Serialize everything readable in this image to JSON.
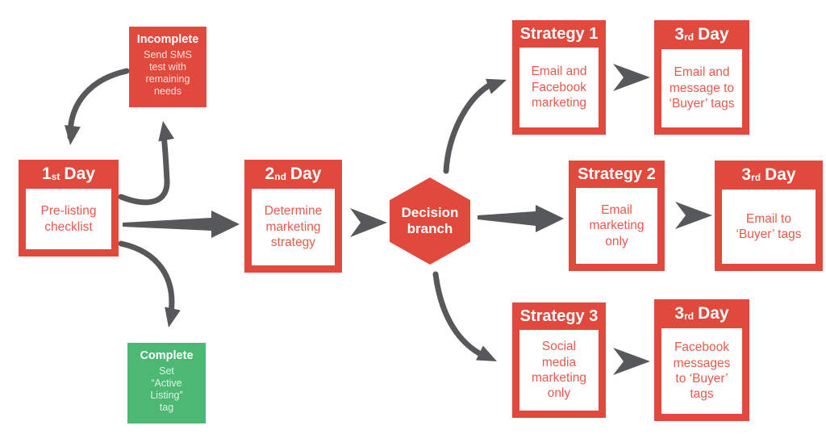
{
  "colors": {
    "red": "#e2493d",
    "green": "#4cb873",
    "arrow_gray": "#57585a",
    "body_text_red": "#e9594c",
    "white": "#ffffff"
  },
  "nodes": {
    "incomplete": {
      "title": "Incomplete",
      "body": "Send SMS\ntest with\nremaining\nneeds"
    },
    "day1": {
      "title_num": "1",
      "title_ord": "st",
      "title_word": "Day",
      "body": "Pre-listing\nchecklist"
    },
    "complete": {
      "title": "Complete",
      "body": "Set\n“Active\nListing”\ntag"
    },
    "day2": {
      "title_num": "2",
      "title_ord": "nd",
      "title_word": "Day",
      "body": "Determine\nmarketing\nstrategy"
    },
    "decision": {
      "label": "Decision\nbranch"
    },
    "strategy1": {
      "title": "Strategy 1",
      "body": "Email and\nFacebook\nmarketing"
    },
    "day3a": {
      "title_num": "3",
      "title_ord": "rd",
      "title_word": "Day",
      "body": "Email and\nmessage to\n‘Buyer’ tags"
    },
    "strategy2": {
      "title": "Strategy 2",
      "body": "Email\nmarketing\nonly"
    },
    "day3b": {
      "title_num": "3",
      "title_ord": "rd",
      "title_word": "Day",
      "body": "Email to\n‘Buyer’ tags"
    },
    "strategy3": {
      "title": "Strategy 3",
      "body": "Social\nmedia\nmarketing\nonly"
    },
    "day3c": {
      "title_num": "3",
      "title_ord": "rd",
      "title_word": "Day",
      "body": "Facebook\nmessages\nto ‘Buyer’\ntags"
    }
  },
  "edges": [
    {
      "from": "day1",
      "to": "incomplete",
      "style": "curved"
    },
    {
      "from": "incomplete",
      "to": "day1",
      "style": "curved"
    },
    {
      "from": "day1",
      "to": "complete",
      "style": "curved"
    },
    {
      "from": "day1",
      "to": "day2",
      "style": "straight"
    },
    {
      "from": "day2",
      "to": "decision",
      "style": "dart"
    },
    {
      "from": "decision",
      "to": "strategy1",
      "style": "curved"
    },
    {
      "from": "decision",
      "to": "strategy2",
      "style": "straight"
    },
    {
      "from": "decision",
      "to": "strategy3",
      "style": "curved"
    },
    {
      "from": "strategy1",
      "to": "day3a",
      "style": "dart"
    },
    {
      "from": "strategy2",
      "to": "day3b",
      "style": "dart"
    },
    {
      "from": "strategy3",
      "to": "day3c",
      "style": "dart"
    }
  ]
}
